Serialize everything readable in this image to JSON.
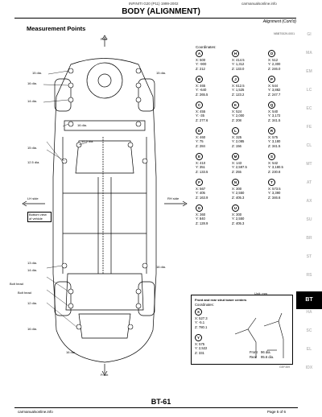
{
  "header": {
    "center": "INFINITI G20 (P11) 1999-2002",
    "right": "carmanualsonline.info",
    "title": "BODY (ALIGNMENT)",
    "subtitle": "Alignment (Cont'd)",
    "section": "Measurement Points",
    "code_top": "NBBT0029-0001"
  },
  "coordinates_title": "Coordinates:",
  "points": [
    {
      "id": "A",
      "x": "X: 500",
      "y": "Y: -900",
      "z": "Z: 212"
    },
    {
      "id": "H",
      "x": "X: 414.5",
      "y": "Y: 1,312",
      "z": "Z: 133.0"
    },
    {
      "id": "O",
      "x": "X: 512",
      "y": "Y: 2,300",
      "z": "Z: 246.0"
    },
    {
      "id": "B",
      "x": "X: 465",
      "y": "Y: -640",
      "z": "Z: 265.5"
    },
    {
      "id": "J",
      "x": "X: 612.5",
      "y": "Y: 1,525",
      "z": "Z: 123.2"
    },
    {
      "id": "P",
      "x": "X: 544",
      "y": "Y: 3,882",
      "z": "Z: 247.7"
    },
    {
      "id": "C",
      "x": "X: 455",
      "y": "Y: -35",
      "z": "Z: 277.6"
    },
    {
      "id": "K",
      "x": "X: 524",
      "y": "Y: 2,000",
      "z": "Z: 208"
    },
    {
      "id": "Q",
      "x": "X: 540",
      "y": "Y: 3,172",
      "z": "Z: 341.5"
    },
    {
      "id": "D",
      "x": "X: 460",
      "y": "Y: 75",
      "z": "Z: 284"
    },
    {
      "id": "L",
      "x": "X: 325",
      "y": "Y: 2,085",
      "z": "Z: 156"
    },
    {
      "id": "R",
      "x": "X: 575",
      "y": "Y: 3,180",
      "z": "Z: 341.5"
    },
    {
      "id": "E",
      "x": "X: 410",
      "y": "Y: 351",
      "z": "Z: 133.5"
    },
    {
      "id": "M",
      "x": "X: 143",
      "y": "Y: 2,597.5",
      "z": "Z: 255"
    },
    {
      "id": "S",
      "x": "X: 542",
      "y": "Y: 3,180.5",
      "z": "Z: 230.8"
    },
    {
      "id": "F",
      "x": "X: 567",
      "y": "Y: 405",
      "z": "Z: 163.9"
    },
    {
      "id": "N",
      "x": "X: 300",
      "y": "Y: 2,550",
      "z": "Z: 405.3"
    },
    {
      "id": "T",
      "x": "X: 573.5",
      "y": "Y: 3,390",
      "z": "Z: 346.6"
    },
    {
      "id": "G",
      "x": "X: 360",
      "y": "Y: 840",
      "z": "Z: 128.9"
    },
    {
      "id": "U",
      "x": "X: 300",
      "y": "Y: 2,550",
      "z": "Z: 405.3"
    }
  ],
  "diagram": {
    "rear_label": "Rear",
    "front_label": "Front",
    "lh_side": "LH side",
    "rh_side": "RH side",
    "note": "Bottom view of vehicle",
    "bolt_head_1": "Bolt head",
    "bolt_head_2": "Bolt head",
    "holes": [
      "15 dia.",
      "15 dia.",
      "16 dia.",
      "14 dia.",
      "16 dia.",
      "12.5 dia.",
      "15 dia.",
      "12.5 dia.",
      "13 dia.",
      "14 dia.",
      "12 dia.",
      "16 dia.",
      "16 dia.",
      "16 dia."
    ]
  },
  "unit": "Unit: mm",
  "strut_box": {
    "title": "Front and rear strut tower centers",
    "coord": "Coordinates:",
    "p1": {
      "id": "X",
      "x": "X: 527.3",
      "y": "Y: -5.1",
      "z": "Z: 780.1"
    },
    "p2": {
      "id": "Y",
      "x": "X: 575",
      "y": "Y: 2,522",
      "z": "Z: 331"
    },
    "front_lbl": "Front",
    "front_val": "96 dia.",
    "rear_lbl": "Rear",
    "rear_val": "95.6 dia."
  },
  "figure_code": "GEF459",
  "page_number": "BT-61",
  "footer": {
    "left": "carmanualsonline.info",
    "right": "Page 5 of 6"
  },
  "sidebar_tabs": [
    "GI",
    "MA",
    "EM",
    "LC",
    "EC",
    "FE",
    "CL",
    "MT",
    "AT",
    "AX",
    "SU",
    "BR",
    "ST",
    "RS",
    "BT",
    "HA",
    "SC",
    "EL",
    "IDX"
  ],
  "active_tab": "BT"
}
